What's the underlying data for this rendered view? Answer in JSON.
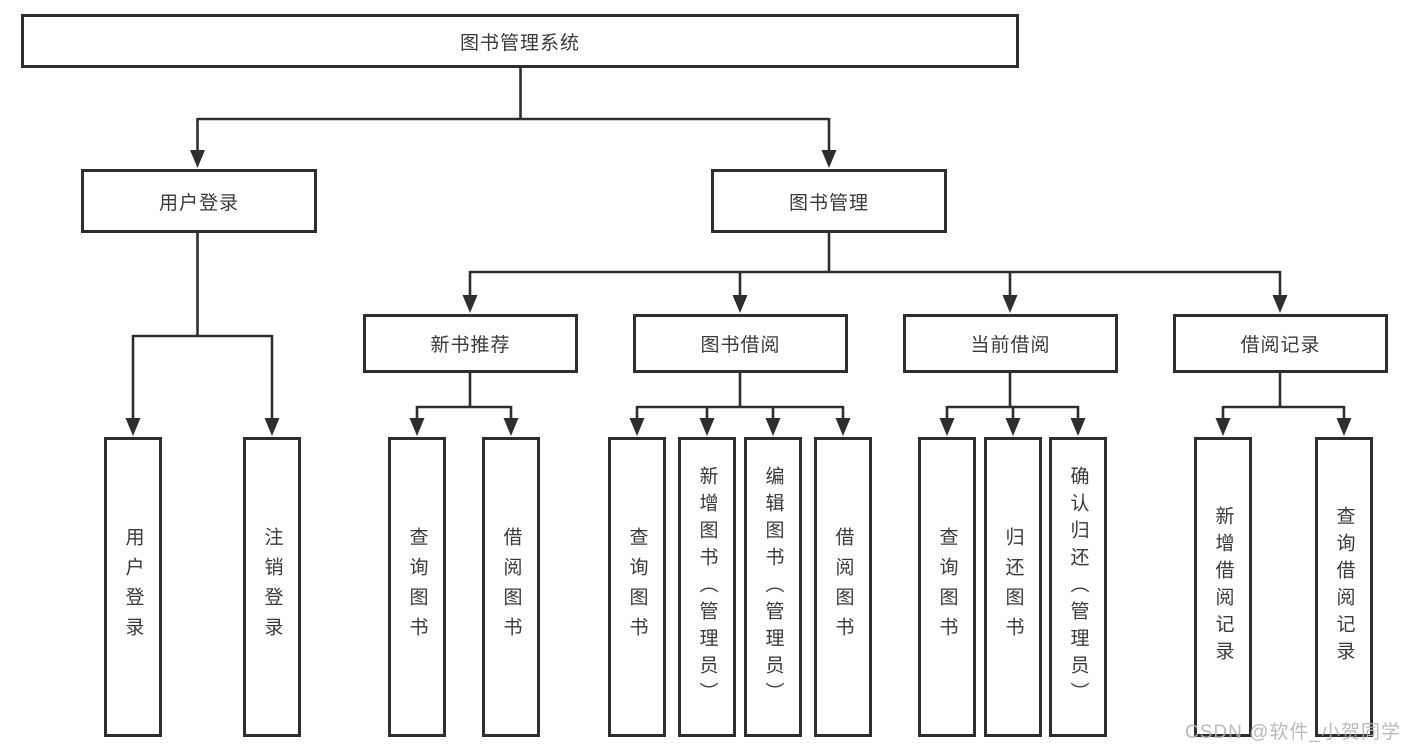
{
  "tree": {
    "label": "图书管理系统",
    "children": [
      {
        "label": "用户登录",
        "children": [
          {
            "label": "用户登录"
          },
          {
            "label": "注销登录"
          }
        ]
      },
      {
        "label": "图书管理",
        "children": [
          {
            "label": "新书推荐",
            "children": [
              {
                "label": "查询图书"
              },
              {
                "label": "借阅图书"
              }
            ]
          },
          {
            "label": "图书借阅",
            "children": [
              {
                "label": "查询图书"
              },
              {
                "label": "新增图书（管理员）"
              },
              {
                "label": "编辑图书（管理员）"
              },
              {
                "label": "借阅图书"
              }
            ]
          },
          {
            "label": "当前借阅",
            "children": [
              {
                "label": "查询图书"
              },
              {
                "label": "归还图书"
              },
              {
                "label": "确认归还（管理员）"
              }
            ]
          },
          {
            "label": "借阅记录",
            "children": [
              {
                "label": "新增借阅记录"
              },
              {
                "label": "查询借阅记录"
              }
            ]
          }
        ]
      }
    ]
  },
  "watermark": {
    "text": "CSDN @软件_小贺同学"
  },
  "colors": {
    "line": "#2e2e2e",
    "box_border": "#2e2e2e",
    "text": "#3a3a3a",
    "watermark": "#b3b3b3",
    "background": "#ffffff"
  }
}
